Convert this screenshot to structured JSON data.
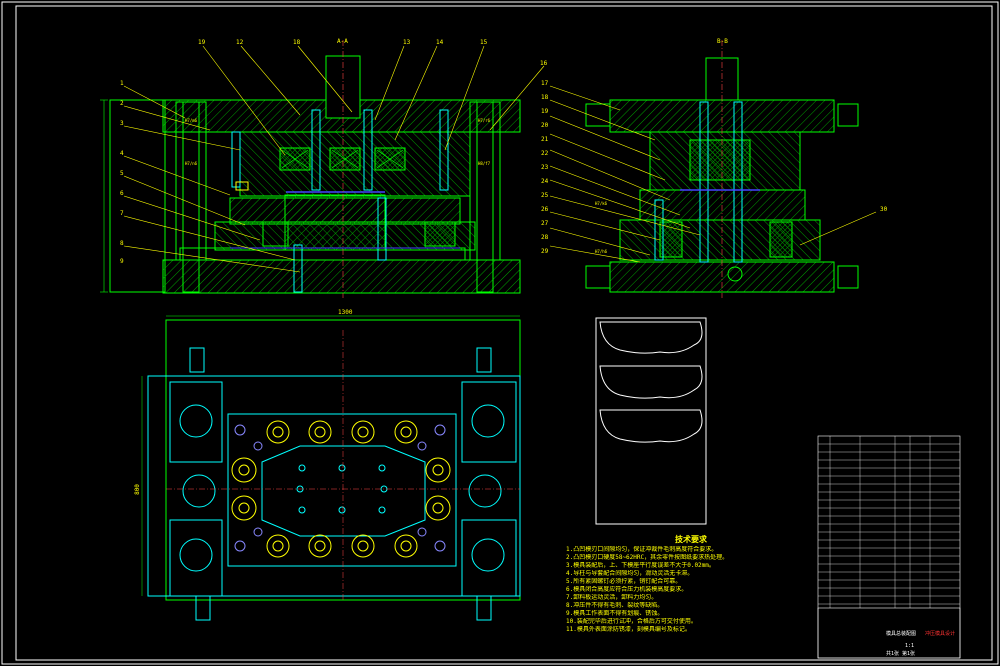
{
  "drawing": {
    "section_label_1": "A-A",
    "section_label_2": "B-B",
    "dim_width": "1300",
    "dim_height": "800",
    "left_view_callouts": [
      "19",
      "12",
      "18",
      "13",
      "14",
      "15",
      "16",
      "1",
      "2",
      "3",
      "4",
      "5",
      "6",
      "7",
      "8",
      "9"
    ],
    "right_view_callouts": [
      "17",
      "18",
      "19",
      "20",
      "21",
      "22",
      "23",
      "24",
      "25",
      "26",
      "27",
      "28",
      "29",
      "30"
    ],
    "fit_notes": [
      "H7/m6",
      "H7/n6",
      "H7/r6",
      "H8/f7",
      "H7/k6",
      "H7/h6"
    ]
  },
  "tech_requirements": {
    "title": "技术要求",
    "items": [
      "1.凸凹模刃口间隙均匀，保证冲裁件毛刺高度符合要求。",
      "2.凸凹模刃口硬度58~62HRC，其余零件按图纸要求热处理。",
      "3.模具装配后，上、下模座平行度误差不大于0.02mm。",
      "4.导柱与导套配合间隙均匀，滑动灵活无卡滞。",
      "5.所有紧固螺钉必须拧紧，销钉配合可靠。",
      "6.模具闭合高度应符合压力机装模高度要求。",
      "7.卸料板运动灵活，卸料力均匀。",
      "8.冲压件不得有毛刺、裂纹等缺陷。",
      "9.模具工作表面不得有划痕、锈蚀。",
      "10.装配完毕后进行试冲，合格后方可交付使用。",
      "11.模具外表面涂防锈漆，刻模具编号及标记。"
    ]
  },
  "title_block": {
    "company": "冲压模具设计",
    "part_name": "模具总装配图",
    "scale": "1:1",
    "sheet": "共1张 第1张"
  },
  "colors": {
    "background": "#000000",
    "outline": "#00ff00",
    "cyan": "#00ffff",
    "yellow": "#ffff00",
    "white": "#ffffff",
    "red": "#ff2222",
    "blue": "#4444ff"
  }
}
